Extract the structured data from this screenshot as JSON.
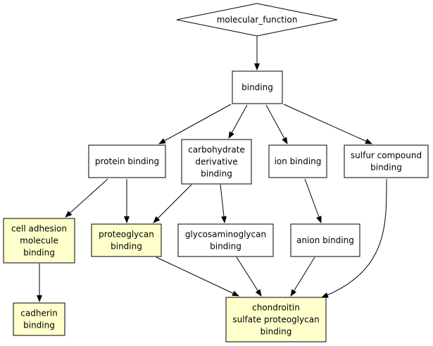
{
  "colors": {
    "background": "#ffffff",
    "node_border": "#000000",
    "highlight_fill": "#ffffcc",
    "default_fill": "#ffffff",
    "edge": "#000000"
  },
  "nodes": {
    "molecular_function": {
      "shape": "diamond",
      "highlight": false,
      "lines": [
        "molecular_function"
      ]
    },
    "binding": {
      "shape": "box",
      "highlight": false,
      "lines": [
        "binding"
      ]
    },
    "protein_binding": {
      "shape": "box",
      "highlight": false,
      "lines": [
        "protein binding"
      ]
    },
    "carbohydrate_derivative_binding": {
      "shape": "box",
      "highlight": false,
      "lines": [
        "carbohydrate",
        "derivative",
        "binding"
      ]
    },
    "ion_binding": {
      "shape": "box",
      "highlight": false,
      "lines": [
        "ion binding"
      ]
    },
    "sulfur_compound_binding": {
      "shape": "box",
      "highlight": false,
      "lines": [
        "sulfur compound",
        "binding"
      ]
    },
    "cell_adhesion_molecule_binding": {
      "shape": "box",
      "highlight": true,
      "lines": [
        "cell adhesion",
        "molecule",
        "binding"
      ]
    },
    "proteoglycan_binding": {
      "shape": "box",
      "highlight": true,
      "lines": [
        "proteoglycan",
        "binding"
      ]
    },
    "glycosaminoglycan_binding": {
      "shape": "box",
      "highlight": false,
      "lines": [
        "glycosaminoglycan",
        "binding"
      ]
    },
    "anion_binding": {
      "shape": "box",
      "highlight": false,
      "lines": [
        "anion binding"
      ]
    },
    "cadherin_binding": {
      "shape": "box",
      "highlight": true,
      "lines": [
        "cadherin",
        "binding"
      ]
    },
    "chondroitin_sulfate_proteoglycan_binding": {
      "shape": "box",
      "highlight": true,
      "lines": [
        "chondroitin",
        "sulfate proteoglycan",
        "binding"
      ]
    }
  },
  "edges": [
    {
      "from": "molecular_function",
      "to": "binding"
    },
    {
      "from": "binding",
      "to": "protein_binding"
    },
    {
      "from": "binding",
      "to": "carbohydrate_derivative_binding"
    },
    {
      "from": "binding",
      "to": "ion_binding"
    },
    {
      "from": "binding",
      "to": "sulfur_compound_binding"
    },
    {
      "from": "protein_binding",
      "to": "cell_adhesion_molecule_binding"
    },
    {
      "from": "protein_binding",
      "to": "proteoglycan_binding"
    },
    {
      "from": "carbohydrate_derivative_binding",
      "to": "proteoglycan_binding"
    },
    {
      "from": "carbohydrate_derivative_binding",
      "to": "glycosaminoglycan_binding"
    },
    {
      "from": "ion_binding",
      "to": "anion_binding"
    },
    {
      "from": "cell_adhesion_molecule_binding",
      "to": "cadherin_binding"
    },
    {
      "from": "proteoglycan_binding",
      "to": "chondroitin_sulfate_proteoglycan_binding"
    },
    {
      "from": "glycosaminoglycan_binding",
      "to": "chondroitin_sulfate_proteoglycan_binding"
    },
    {
      "from": "anion_binding",
      "to": "chondroitin_sulfate_proteoglycan_binding"
    },
    {
      "from": "sulfur_compound_binding",
      "to": "chondroitin_sulfate_proteoglycan_binding"
    }
  ]
}
